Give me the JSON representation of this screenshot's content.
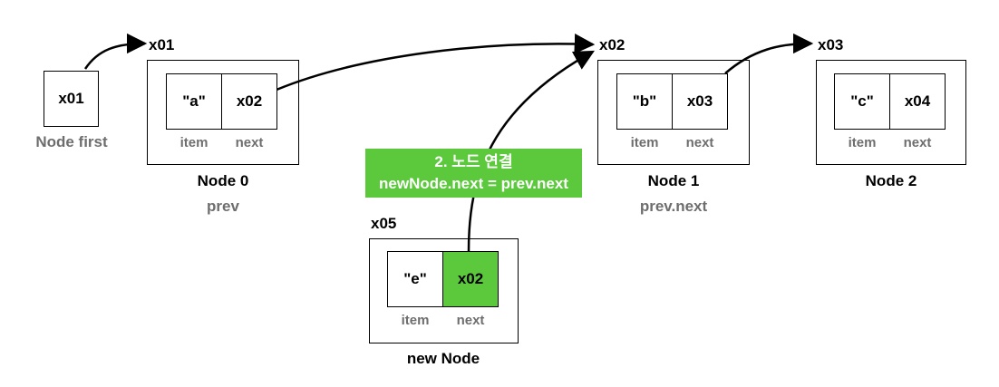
{
  "first": {
    "value": "x01",
    "label": "Node first"
  },
  "nodes": [
    {
      "address": "x01",
      "item": "\"a\"",
      "next": "x02",
      "name": "Node 0",
      "ref": "prev"
    },
    {
      "address": "x02",
      "item": "\"b\"",
      "next": "x03",
      "name": "Node 1",
      "ref": "prev.next"
    },
    {
      "address": "x03",
      "item": "\"c\"",
      "next": "x04",
      "name": "Node 2"
    }
  ],
  "new_node": {
    "address": "x05",
    "item": "\"e\"",
    "next": "x02",
    "name": "new Node"
  },
  "field_labels": {
    "item": "item",
    "next": "next"
  },
  "note": {
    "line1": "2. 노드 연결",
    "line2": "newNode.next = prev.next"
  },
  "colors": {
    "highlight": "#5cc93c",
    "muted": "#6e6e6e"
  }
}
